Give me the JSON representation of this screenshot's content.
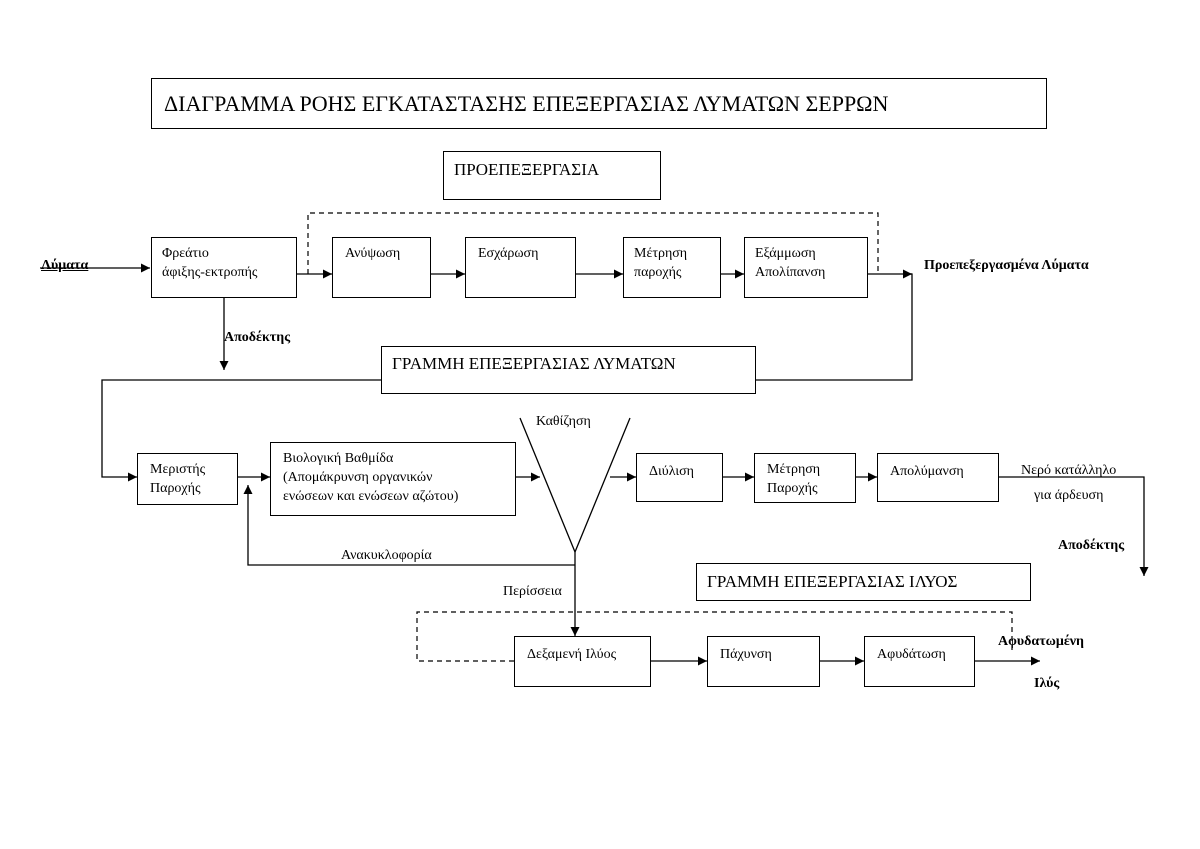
{
  "title": "ΔΙΑΓΡΑΜΜΑ ΡΟΗΣ ΕΓΚΑΤΑΣΤΑΣΗΣ ΕΠΕΞΕΡΓΑΣΙΑΣ ΛΥΜΑΤΩΝ ΣΕΡΡΩΝ",
  "sections": {
    "pretreatment": "ΠΡΟΕΠΕΞΕΡΓΑΣΙΑ",
    "wastewater_line": "ΓΡΑΜΜΗ ΕΠΕΞΕΡΓΑΣΙΑΣ ΛΥΜΑΤΩΝ",
    "sludge_line": "ΓΡΑΜΜΗ ΕΠΕΞΕΡΓΑΣΙΑΣ ΙΛΥΟΣ"
  },
  "boxes": {
    "arrival_well": [
      "Φρεάτιο",
      "άφιξης-εκτροπής"
    ],
    "pumping": "Ανύψωση",
    "screening": "Εσχάρωση",
    "flow_measure_1": [
      "Μέτρηση",
      "παροχής"
    ],
    "degritting": [
      "Εξάμμωση",
      "Απολίπανση"
    ],
    "flow_splitter": [
      "Μεριστής",
      "Παροχής"
    ],
    "biological": [
      "Βιολογική Βαθμίδα",
      "(Απομάκρυνση οργανικών",
      "ενώσεων και ενώσεων αζώτου)"
    ],
    "filtration": "Διύλιση",
    "flow_measure_2": [
      "Μέτρηση",
      "Παροχής"
    ],
    "disinfection": "Απολύμανση",
    "sludge_tank": "Δεξαμενή Ιλύος",
    "thickening": "Πάχυνση",
    "dewatering": "Αφυδάτωση"
  },
  "labels": {
    "inflow": "Λύματα",
    "receiver_1": "Αποδέκτης",
    "pretreated": "Προεπεξεργασμένα Λύματα",
    "settling": "Καθίζηση",
    "recirculation": "Ανακυκλοφορία",
    "excess": "Περίσσεια",
    "irrigation_1": "Νερό κατάλληλο",
    "irrigation_2": "για άρδευση",
    "receiver_2": "Αποδέκτης",
    "dewatered_1": "Αφυδατωμένη",
    "dewatered_2": "Ιλύς"
  }
}
